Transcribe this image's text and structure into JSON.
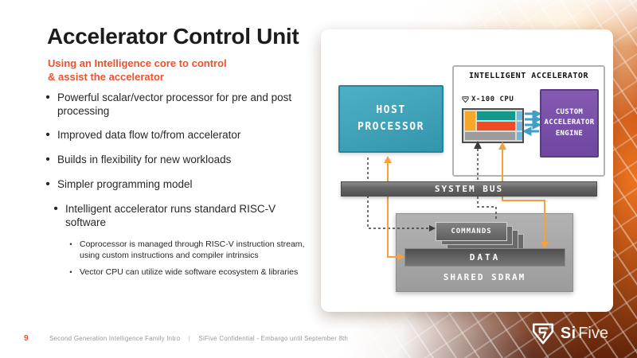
{
  "slide": {
    "title": "Accelerator Control Unit",
    "subtitle_line1": "Using an Intelligence core to control",
    "subtitle_line2": "& assist the accelerator",
    "bullet_char": "•",
    "bullets_l1": [
      "Powerful scalar/vector processor for pre and post processing",
      "Improved data flow to/from accelerator",
      "Builds in flexibility for new workloads",
      "Simpler programming model"
    ],
    "bullet_l2": "Intelligent accelerator runs standard RISC-V software",
    "bullets_l3": [
      "Coprocessor is managed through RISC-V instruction stream, using custom instructions and compiler intrinsics",
      "Vector CPU can utilize wide software ecosystem & libraries"
    ]
  },
  "diagram": {
    "host_processor": "HOST PROCESSOR",
    "accelerator_title": "INTELLIGENT ACCELERATOR",
    "cpu_label": "X-100 CPU",
    "engine_lines": [
      "CUSTOM",
      "ACCELERATOR",
      "ENGINE"
    ],
    "system_bus": "SYSTEM BUS",
    "commands": "COMMANDS",
    "data": "DATA",
    "shared_sdram": "SHARED SDRAM"
  },
  "footer": {
    "page": "9",
    "intro": "Second Generation Intelligence Family Intro",
    "separator": "|",
    "confidential": "SiFive Confidential - Embargo until September 8th"
  },
  "logo": {
    "si": "Si",
    "five": "Five"
  },
  "colors": {
    "accent_orange": "#F0502A",
    "connector_orange": "#F6A13B",
    "host_teal": "#3BA3B8",
    "engine_purple": "#7B4FA6",
    "cpu_amber": "#F5A728",
    "cpu_teal": "#12998A",
    "cpu_red": "#F04B23",
    "cpu_blue": "#6FB7DC",
    "arrow_blue": "#3F9FC6",
    "bus_gray": "#5E5E5E"
  }
}
